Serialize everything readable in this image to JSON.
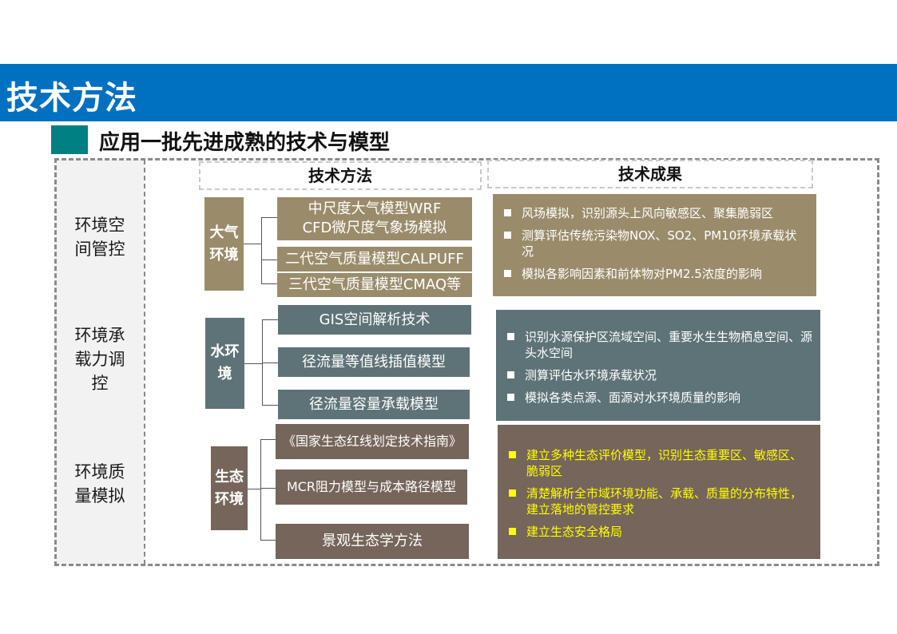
{
  "page_title": "技术方法",
  "subtitle": "应用一批先进成熟的技术与模型",
  "column_headers": {
    "method": "技术方法",
    "result": "技术成果"
  },
  "categories": [
    "环境空间管控",
    "环境承载力调控",
    "环境质量模拟"
  ],
  "sections": {
    "air": {
      "label": "大气环境",
      "methods": [
        "中尺度大气模型WRF",
        "CFD微尺度气象场模拟",
        "二代空气质量模型CALPUFF",
        "三代空气质量模型CMAQ等"
      ],
      "results": [
        "风场模拟，识别源头上风向敏感区、聚集脆弱区",
        "测算评估传统污染物NOX、SO2、PM10环境承载状况",
        "模拟各影响因素和前体物对PM2.5浓度的影响"
      ]
    },
    "water": {
      "label": "水环境",
      "methods": [
        "GIS空间解析技术",
        "径流量等值线插值模型",
        "径流量容量承载模型"
      ],
      "results": [
        "识别水源保护区流域空间、重要水生生物栖息空间、源头水空间",
        "测算评估水环境承载状况",
        "模拟各类点源、面源对水环境质量的影响"
      ]
    },
    "eco": {
      "label": "生态环境",
      "methods": [
        "《国家生态红线划定技术指南》",
        "MCR阻力模型与成本路径模型",
        "景观生态学方法"
      ],
      "results": [
        "建立多种生态评价模型，识别生态重要区、敏感区、脆弱区",
        "清楚解析全市域环境功能、承载、质量的分布特性，建立落地的管控要求",
        "建立生态安全格局"
      ]
    }
  },
  "colors": {
    "title_bar": "#0070c0",
    "accent_square": "#008080",
    "air": "#9a8c6b",
    "water": "#5e7377",
    "eco": "#75655a",
    "eco_result_text": "#ffff00"
  }
}
